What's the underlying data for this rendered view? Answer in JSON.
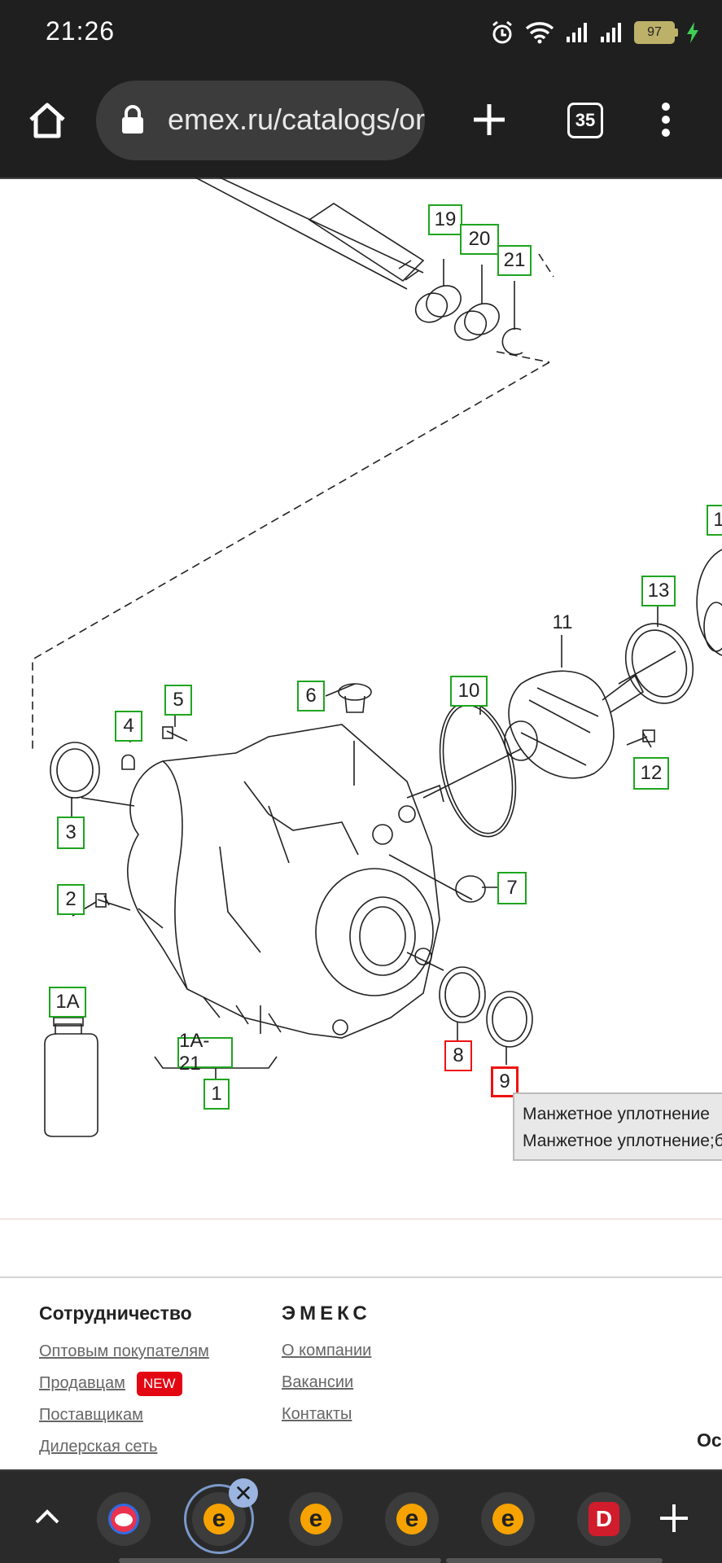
{
  "status_bar": {
    "time": "21:26",
    "battery": "97"
  },
  "browser": {
    "url": "emex.ru/catalogs/original/...",
    "tab_count": "35"
  },
  "diagram": {
    "callouts": [
      {
        "label": "19",
        "state": "green"
      },
      {
        "label": "20",
        "state": "green"
      },
      {
        "label": "21",
        "state": "green"
      },
      {
        "label": "1",
        "state": "green"
      },
      {
        "label": "13",
        "state": "green"
      },
      {
        "label": "11",
        "state": "plain"
      },
      {
        "label": "5",
        "state": "green"
      },
      {
        "label": "4",
        "state": "green"
      },
      {
        "label": "6",
        "state": "green"
      },
      {
        "label": "10",
        "state": "green"
      },
      {
        "label": "12",
        "state": "green"
      },
      {
        "label": "3",
        "state": "green"
      },
      {
        "label": "7",
        "state": "green"
      },
      {
        "label": "2",
        "state": "green"
      },
      {
        "label": "1A",
        "state": "green"
      },
      {
        "label": "1A-21",
        "state": "green"
      },
      {
        "label": "1",
        "state": "green"
      },
      {
        "label": "8",
        "state": "red"
      },
      {
        "label": "9",
        "state": "red-active"
      }
    ],
    "tooltip": {
      "line1": "Манжетное уплотнение",
      "line2": "Манжетное уплотнение;б"
    }
  },
  "footer": {
    "col1": {
      "heading": "Сотрудничество",
      "links": [
        "Оптовым покупателям",
        "Продавцам",
        "Поставщикам",
        "Дилерская сеть"
      ],
      "new_badge": "NEW"
    },
    "col2": {
      "heading": "ЭМЕКС",
      "links": [
        "О компании",
        "Вакансии",
        "Контакты"
      ]
    },
    "edge_text": "Ос"
  },
  "tab_strip": {
    "tabs": [
      {
        "favicon": "multicolor-ring-icon"
      },
      {
        "favicon": "emex-e-icon",
        "active": true,
        "letter": "e"
      },
      {
        "favicon": "emex-e-icon",
        "letter": "e"
      },
      {
        "favicon": "emex-e-icon",
        "letter": "e"
      },
      {
        "favicon": "emex-e-icon",
        "letter": "e"
      },
      {
        "favicon": "d-icon",
        "letter": "D"
      }
    ],
    "colors": {
      "emex": "#f6a300",
      "active_ring": "#7b98c9",
      "d_brand": "#d11c2b"
    }
  }
}
